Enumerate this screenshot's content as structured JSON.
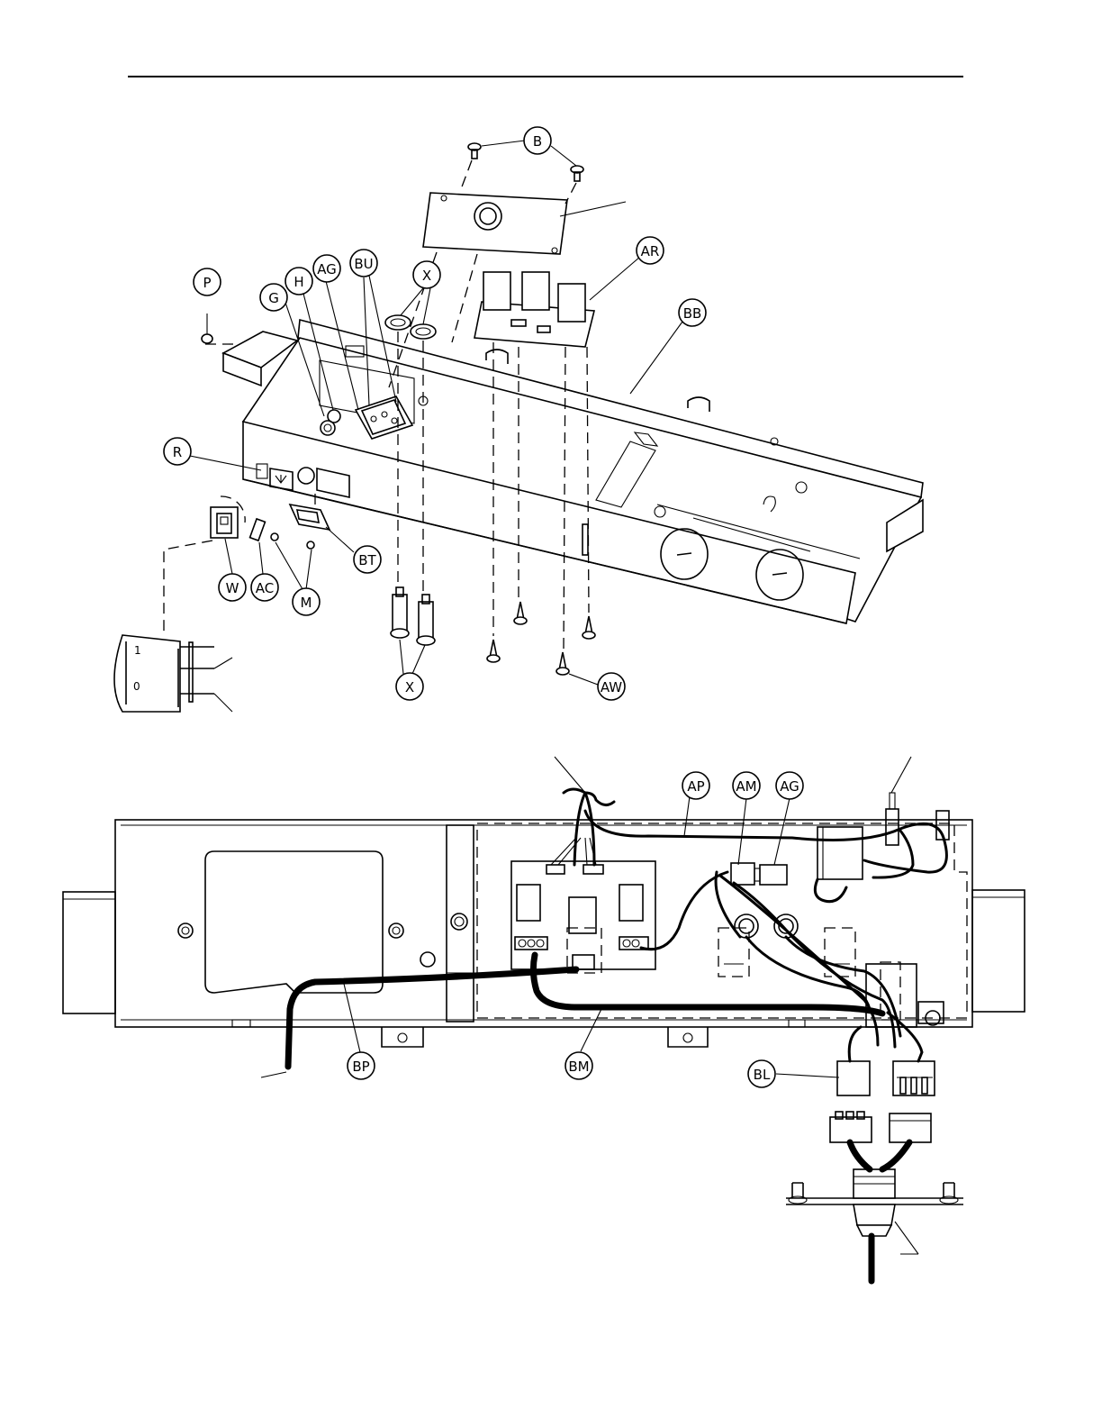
{
  "callouts": {
    "b": "B",
    "ar": "AR",
    "bb": "BB",
    "p": "P",
    "g": "G",
    "h": "H",
    "ag_top": "AG",
    "bu": "BU",
    "x_top": "X",
    "r": "R",
    "w": "W",
    "ac": "AC",
    "m": "M",
    "bt": "BT",
    "x_bottom": "X",
    "aw": "AW",
    "ap": "AP",
    "am": "AM",
    "ag_bottom": "AG",
    "bp": "BP",
    "bm": "BM",
    "bl": "BL"
  },
  "switch_marks": {
    "on": "1",
    "off": "0"
  }
}
